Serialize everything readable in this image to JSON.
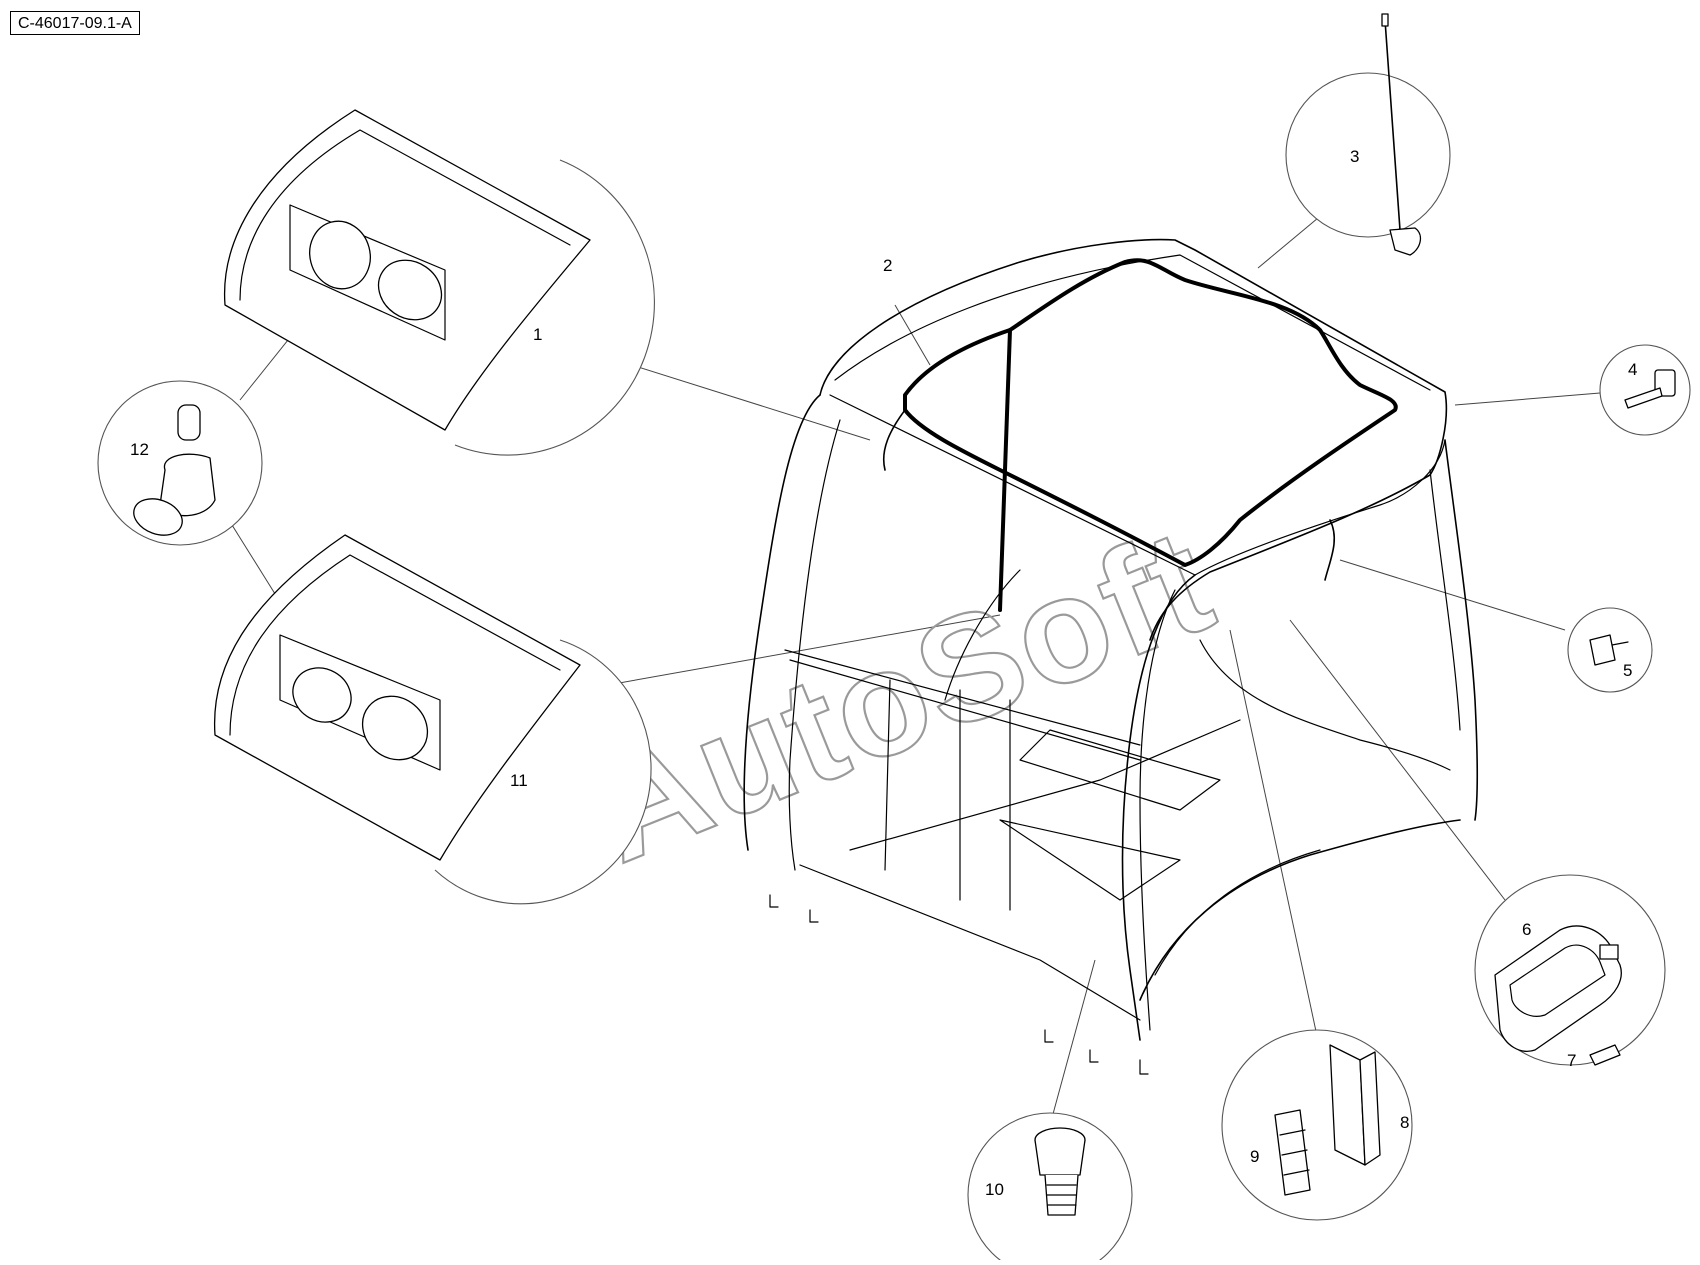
{
  "drawing": {
    "reference_code": "C-46017-09.1-A",
    "watermark": "AutoSoft"
  },
  "callouts": [
    {
      "id": "1",
      "label": "1"
    },
    {
      "id": "2",
      "label": "2"
    },
    {
      "id": "3",
      "label": "3"
    },
    {
      "id": "4",
      "label": "4"
    },
    {
      "id": "5",
      "label": "5"
    },
    {
      "id": "6",
      "label": "6"
    },
    {
      "id": "7",
      "label": "7"
    },
    {
      "id": "8",
      "label": "8"
    },
    {
      "id": "9",
      "label": "9"
    },
    {
      "id": "10",
      "label": "10"
    },
    {
      "id": "11",
      "label": "11"
    },
    {
      "id": "12",
      "label": "12"
    }
  ]
}
